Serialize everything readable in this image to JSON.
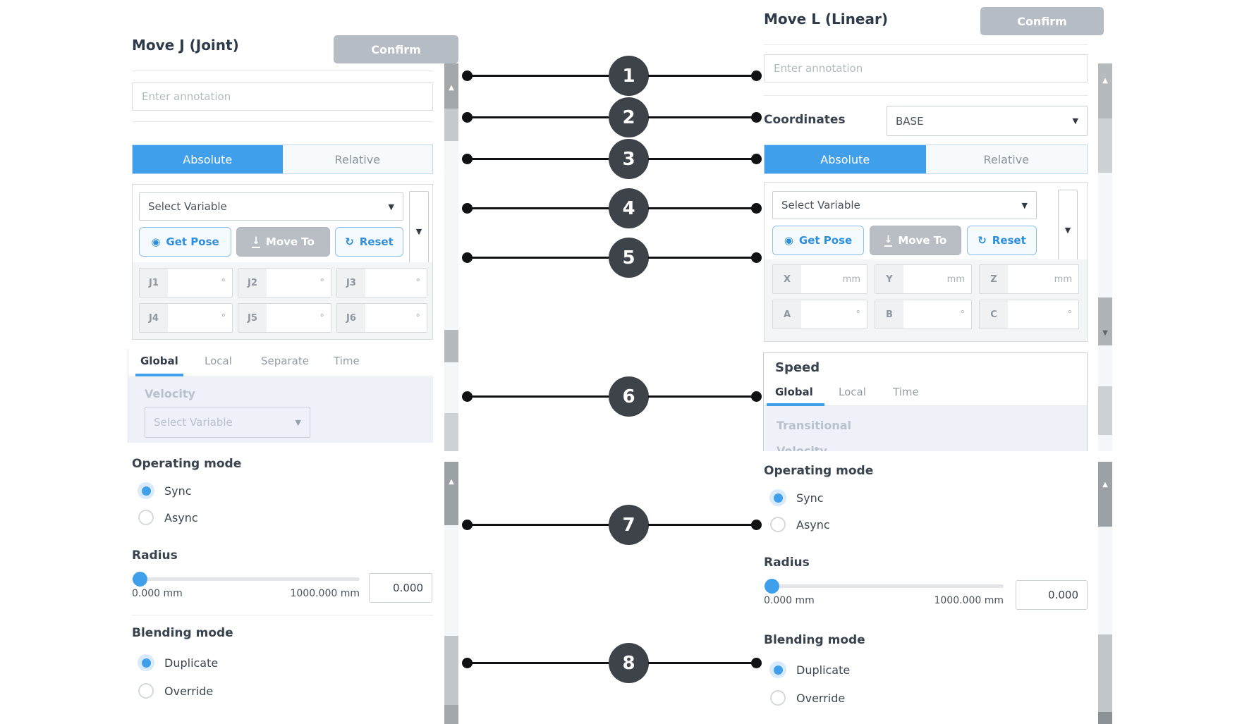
{
  "left": {
    "title": "Move J (Joint)",
    "confirm": "Confirm",
    "annotation_placeholder": "Enter annotation",
    "tabs": {
      "absolute": "Absolute",
      "relative": "Relative",
      "active": "Absolute"
    },
    "variable_placeholder": "Select Variable",
    "get_pose": "Get Pose",
    "move_to": "Move To",
    "reset": "Reset",
    "fields": [
      {
        "label": "J1",
        "unit": "°"
      },
      {
        "label": "J2",
        "unit": "°"
      },
      {
        "label": "J3",
        "unit": "°"
      },
      {
        "label": "J4",
        "unit": "°"
      },
      {
        "label": "J5",
        "unit": "°"
      },
      {
        "label": "J6",
        "unit": "°"
      }
    ],
    "speed_tabs": {
      "items": [
        "Global",
        "Local",
        "Separate",
        "Time"
      ],
      "active": "Global"
    },
    "velocity_label": "Velocity",
    "velocity_placeholder": "Select Variable",
    "operating_mode": {
      "label": "Operating mode",
      "sync": "Sync",
      "async": "Async",
      "selected": "Sync"
    },
    "radius": {
      "label": "Radius",
      "min": "0.000 mm",
      "max": "1000.000 mm",
      "value": "0.000"
    },
    "blending": {
      "label": "Blending mode",
      "duplicate": "Duplicate",
      "override": "Override",
      "selected": "Duplicate"
    }
  },
  "right": {
    "title": "Move L (Linear)",
    "confirm": "Confirm",
    "annotation_placeholder": "Enter annotation",
    "coordinates": {
      "label": "Coordinates",
      "value": "BASE"
    },
    "tabs": {
      "absolute": "Absolute",
      "relative": "Relative",
      "active": "Absolute"
    },
    "variable_placeholder": "Select Variable",
    "get_pose": "Get Pose",
    "move_to": "Move To",
    "reset": "Reset",
    "fields": [
      {
        "label": "X",
        "unit": "mm"
      },
      {
        "label": "Y",
        "unit": "mm"
      },
      {
        "label": "Z",
        "unit": "mm"
      },
      {
        "label": "A",
        "unit": "°"
      },
      {
        "label": "B",
        "unit": "°"
      },
      {
        "label": "C",
        "unit": "°"
      }
    ],
    "speed": {
      "title": "Speed",
      "tabs": [
        "Global",
        "Local",
        "Time"
      ],
      "active": "Global",
      "transitional": "Transitional",
      "clipped": "Velocity"
    },
    "operating_mode": {
      "label": "Operating mode",
      "sync": "Sync",
      "async": "Async",
      "selected": "Sync"
    },
    "radius": {
      "label": "Radius",
      "min": "0.000 mm",
      "max": "1000.000 mm",
      "value": "0.000"
    },
    "blending": {
      "label": "Blending mode",
      "duplicate": "Duplicate",
      "override": "Override",
      "selected": "Duplicate"
    }
  },
  "callouts": [
    "1",
    "2",
    "3",
    "4",
    "5",
    "6",
    "7",
    "8"
  ],
  "colors": {
    "accent": "#3f9fea",
    "callout": "#3e4349",
    "confirm": "#b6bcc3"
  }
}
